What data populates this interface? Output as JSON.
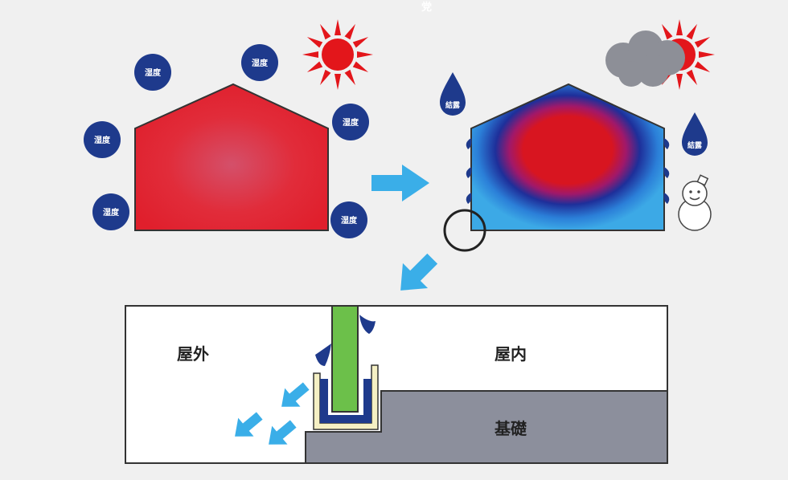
{
  "header_mark": "党",
  "humidity_label": "湿度",
  "condensation_label": "結露",
  "section": {
    "outdoor_label": "屋外",
    "indoor_label": "屋内",
    "foundation_label": "基礎"
  },
  "colors": {
    "warm_house": "#e0303c",
    "cold_house": "#3ba7e0",
    "humidity_circle": "#1e3a8c",
    "arrow": "#3aaee8",
    "stud": "#6cc04a",
    "foundation": "#8c8f9c",
    "sun": "#e3161b"
  }
}
